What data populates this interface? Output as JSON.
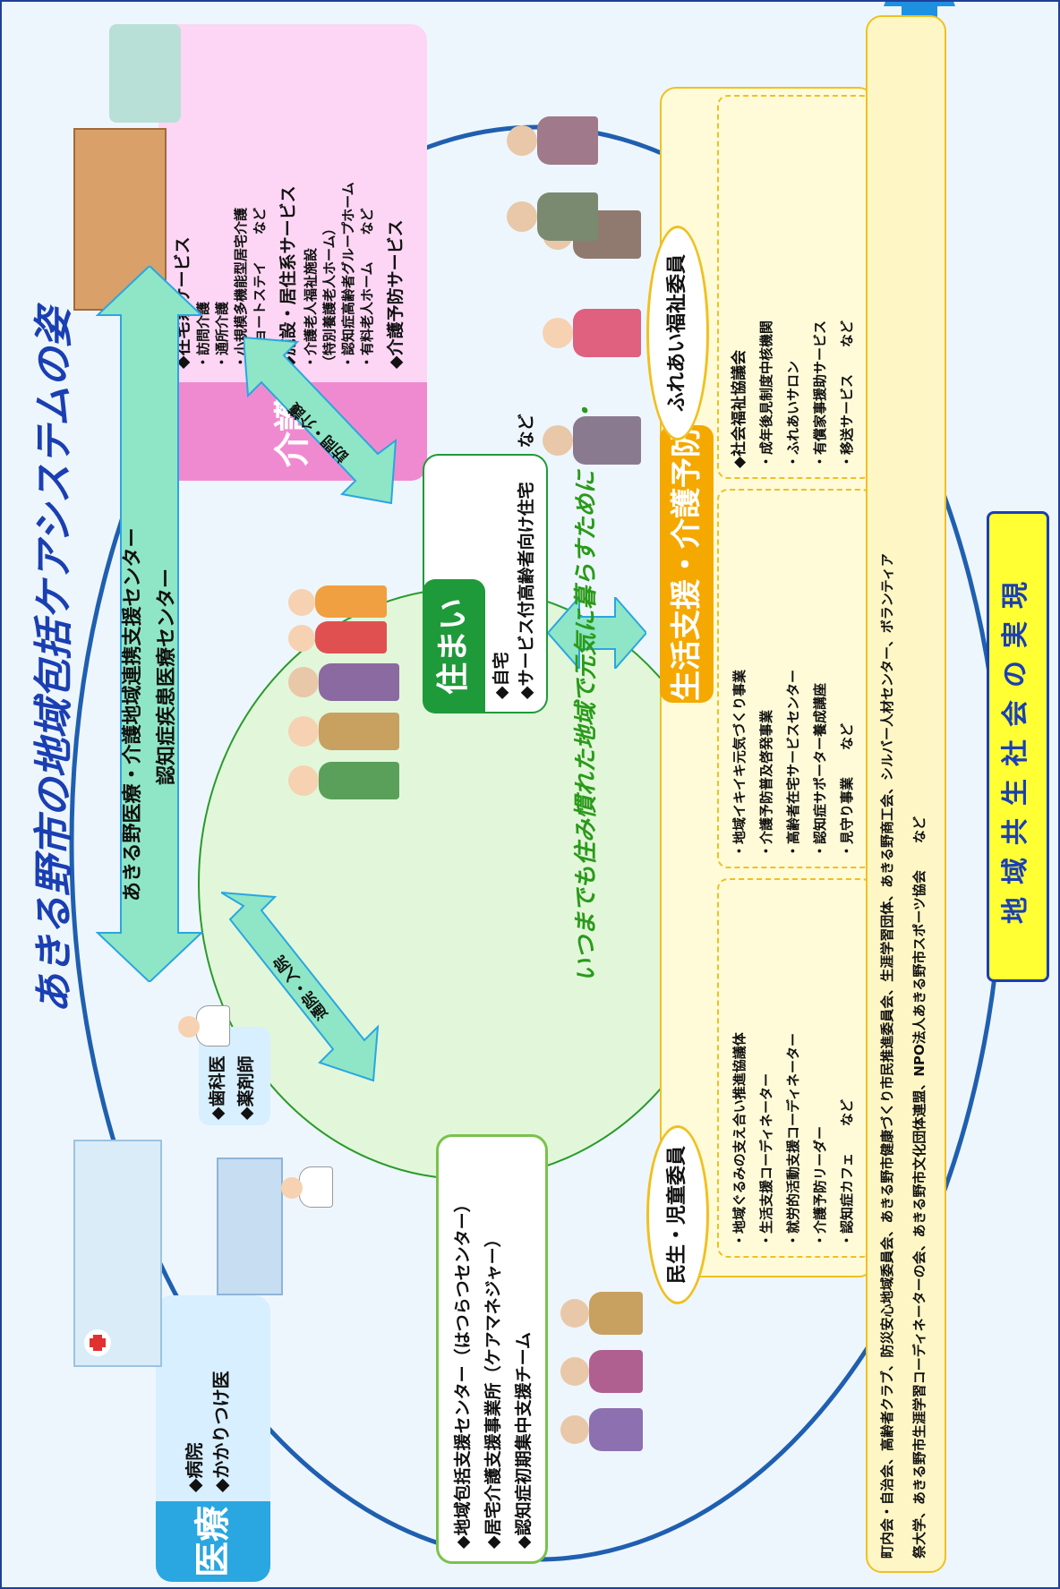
{
  "title": "あきる野市の地域包括ケアシステムの姿",
  "medical": {
    "header": "医療",
    "items": [
      "◆病院",
      "◆かかりつけ医"
    ],
    "items_right": [
      "◆歯科医",
      "◆薬剤師"
    ]
  },
  "care": {
    "header": "介護",
    "home_service": "◆在宅系サービス",
    "home_items": [
      "・訪問介護",
      "・通所介護",
      "・小規模多機能型居宅介護",
      "・ショートステイ　　など"
    ],
    "facility_service": "◆施設・居住系サービス",
    "facility_items": [
      "・介護老人福祉施設",
      "（特別養護老人ホーム）",
      "・認知症高齢者グループホーム",
      "・有料老人ホーム　　など"
    ],
    "prevention": "◆介護予防サービス"
  },
  "medical_center": {
    "line1": "あきる野医療・介護地域連携支援センター",
    "line2": "認知症疾患医療センター"
  },
  "arrows": {
    "outpatient": "通院・入院",
    "visit": "訪問・介護"
  },
  "housing": {
    "header": "住まい",
    "items": [
      "◆自宅",
      "◆サービス付高齢者向け住宅　　など"
    ]
  },
  "slogan": "いつまでも住み慣れた地域で元気に暮らすために・・・",
  "support_centers": {
    "items": [
      "◆地域包括支援センター（はつらつセンター）",
      "◆居宅介護支援事業所（ケアマネジャー）",
      "◆認知症初期集中支援チーム"
    ]
  },
  "life_support": {
    "header": "生活支援・介護予防",
    "col1": [
      "・地域ぐるみの支え合い推進協議体",
      "・生活支援コーディネーター",
      "・就労的活動支援コーディネーター",
      "・介護予防リーダー",
      "・認知症カフェ　　など"
    ],
    "col2": [
      "・地域イキイキ元気づくり事業",
      "・介護予防普及啓発事業",
      "・高齢者在宅サービスセンター",
      "・認知症サポーター養成講座",
      "・見守り事業　　など"
    ],
    "col3_head": "◆社会福祉協議会",
    "col3": [
      "・成年後見制度中核機関",
      "・ふれあいサロン",
      "・有償家事援助サービス",
      "・移送サービス　　など"
    ]
  },
  "minsei": "民生・児童委員",
  "fureai": "ふれあい福祉委員",
  "community": {
    "line1": "町内会・自治会、高齢者クラブ、防災安心地域委員会、あきる野市健康づくり市民推進委員会、生涯学習団体、あきる野商工会、シルバー人材センター、ボランティア",
    "line2": "祭大学、あきる野市生涯学習コーディネーターの会、あきる野市文化団体連盟、NPO法人あきる野市スポーツ協会　　など"
  },
  "realization": "地域共生社会の実現",
  "colors": {
    "title": "#1a3fb3",
    "medical": "#2aa6e0",
    "care": "#f08ad0",
    "housing": "#1f9a3a",
    "life_support": "#f5a800",
    "arrow": "#8ee6c6",
    "big_arrow": "#1e90e0",
    "slogan": "#2a9a1a",
    "realization_bg": "#ffff33"
  }
}
